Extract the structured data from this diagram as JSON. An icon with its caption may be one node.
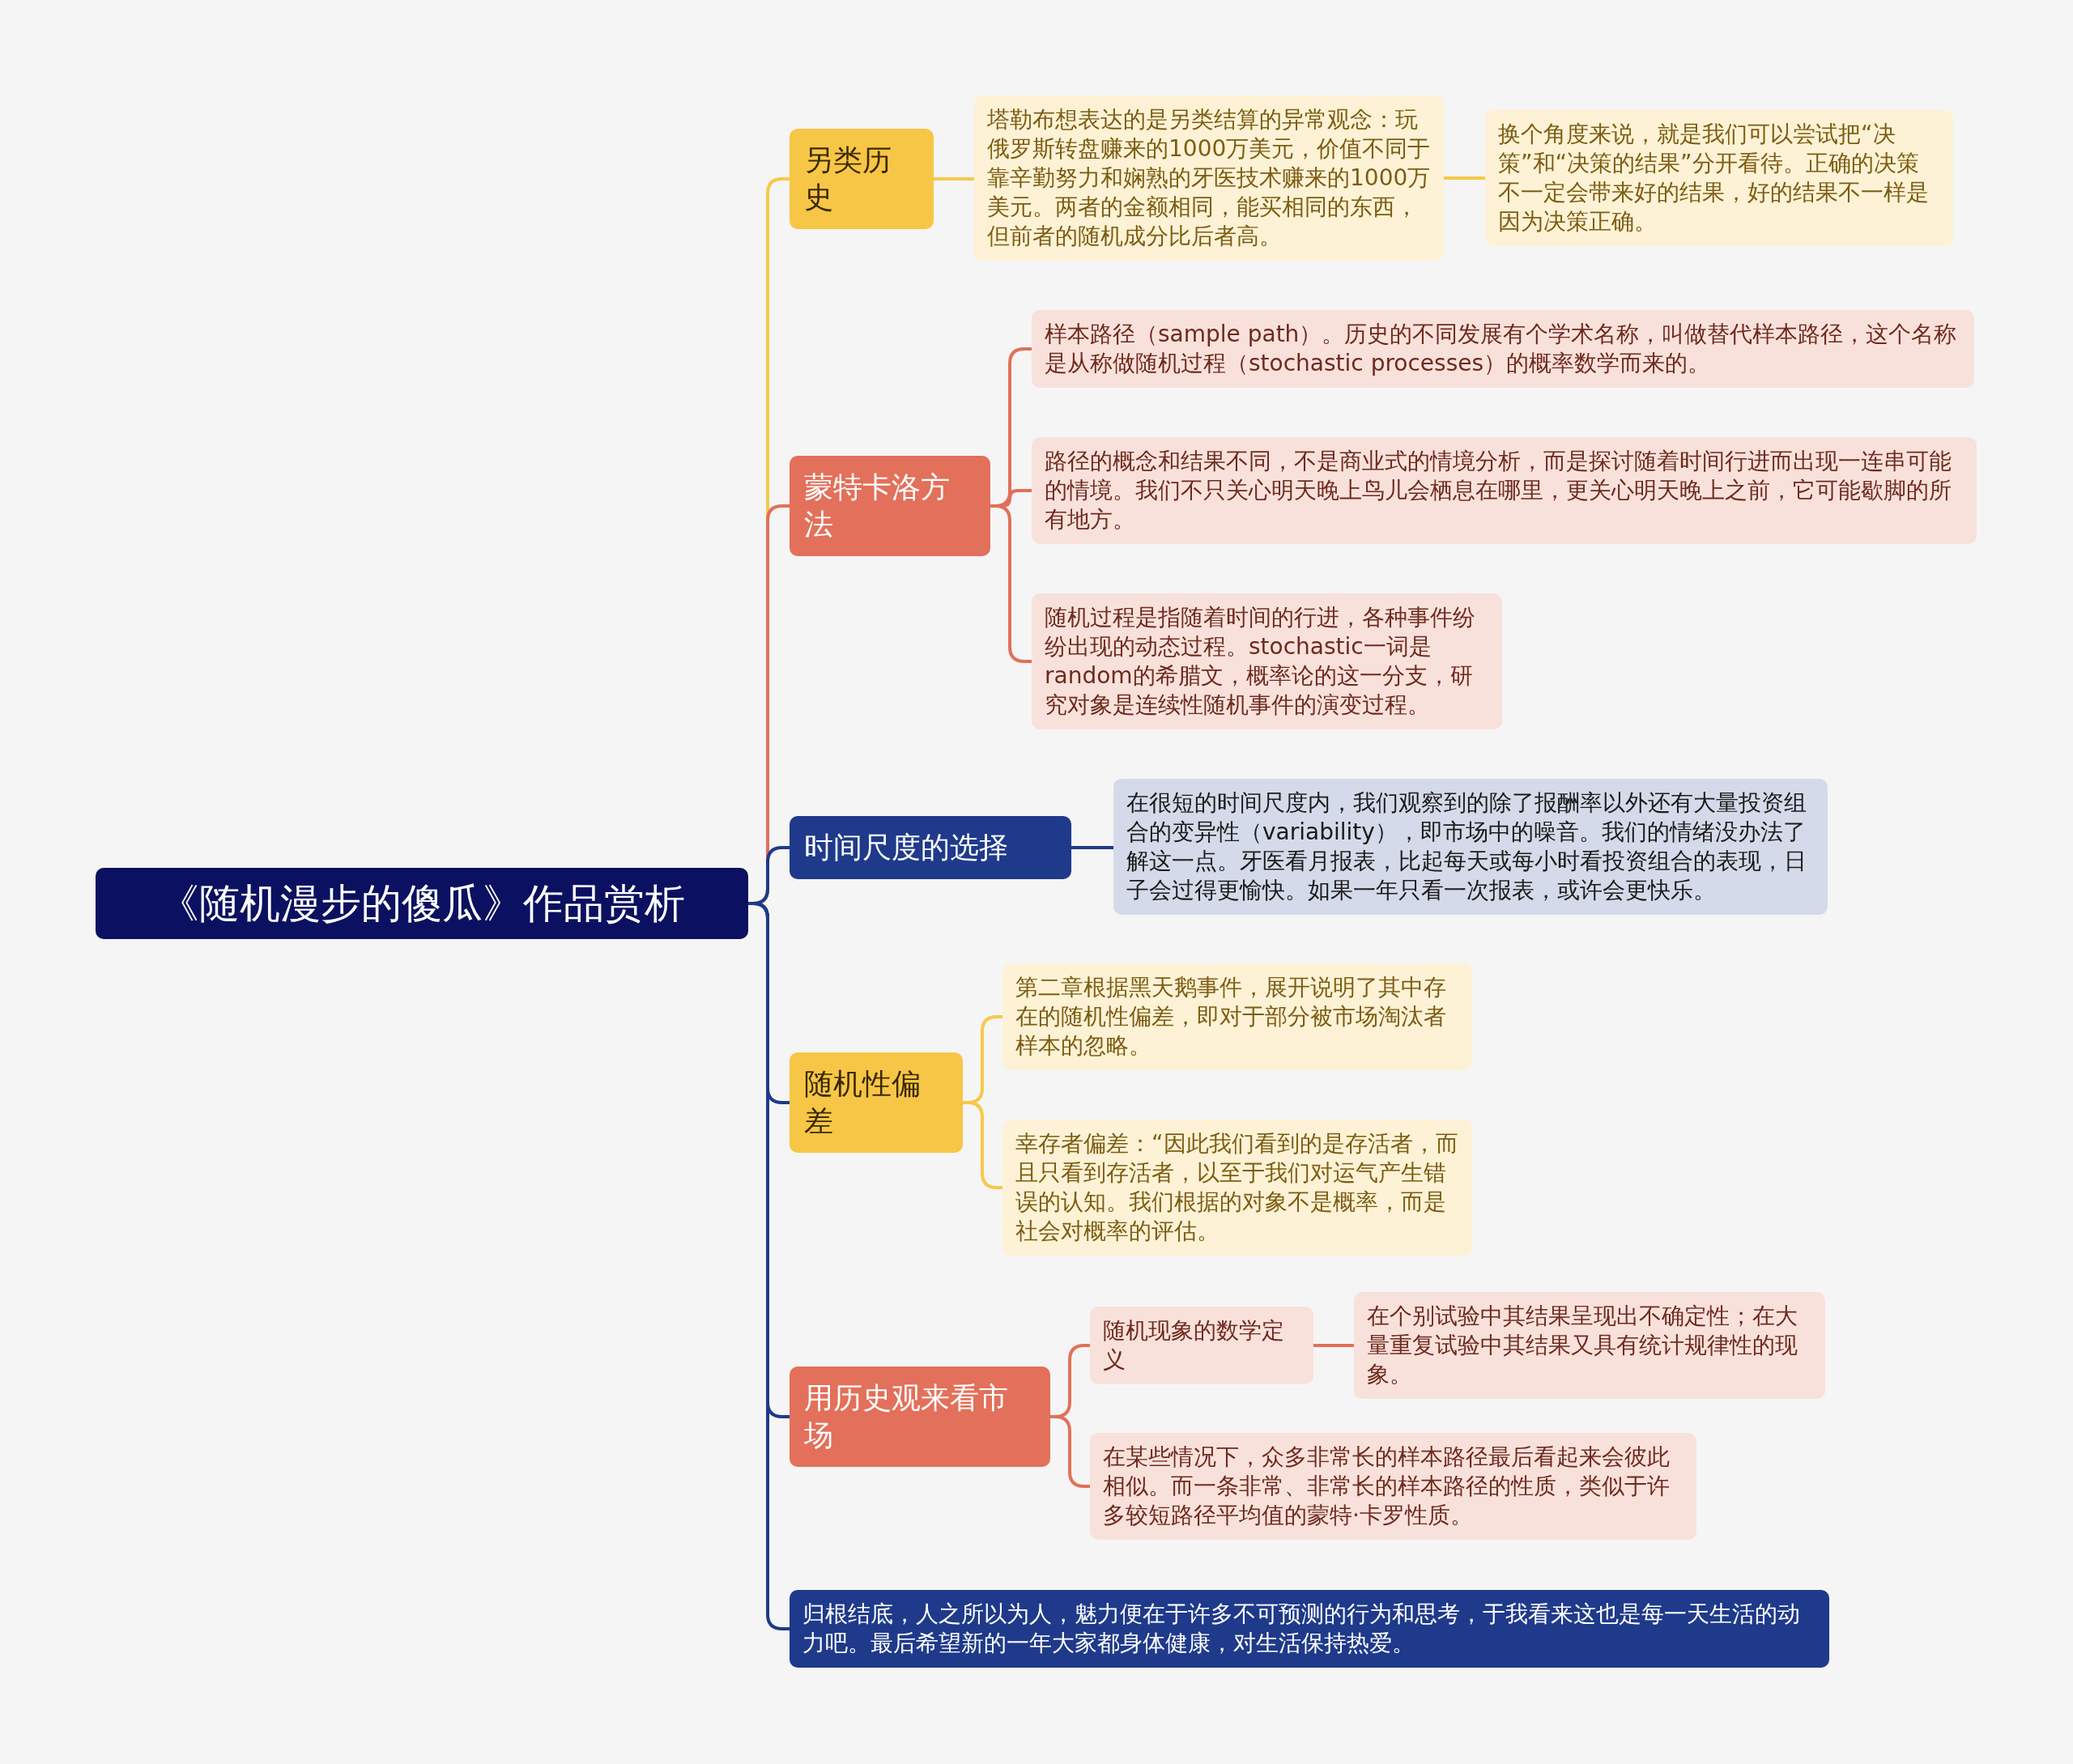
{
  "diagram": {
    "nodes": [
      {
        "text": [
          "《随机漫步的傻瓜》作品赏析"
        ]
      },
      {
        "text": [
          "另类历史"
        ]
      },
      {
        "text": [
          "塔勒布想表达的是另类结算的异常观念：玩俄罗斯转盘赚来的1000万美元，价值不同于靠辛勤努力和娴熟的牙医技术赚来的1000万美元。两者的金额相同，能买相同的东西，但前者的随机成分比后者高。"
        ]
      },
      {
        "text": [
          "换个角度来说，就是我们可以尝试把“决策”和“决策的结果”分开看待。正确的决策不一定会带来好的结果，好的结果不一样是因为决策正确。"
        ]
      },
      {
        "text": [
          "蒙特卡洛方法"
        ]
      },
      {
        "text": [
          "样本路径（sample path）。历史的不同发展有个学术名称，叫做替代样本路径，这个名称是从称做随机过程（stochastic processes）的概率数学而来的。"
        ]
      },
      {
        "text": [
          "路径的概念和结果不同，不是商业式的情境分析，而是探讨随着时间行进而出现一连串可能的情境。我们不只关心明天晚上鸟儿会栖息在哪里，更关心明天晚上之前，它可能歇脚的所有地方。"
        ]
      },
      {
        "text": [
          "随机过程是指随着时间的行进，各种事件纷纷出现的动态过程。stochastic一词是random的希腊文，概率论的这一分支，研究对象是连续性随机事件的演变过程。"
        ]
      },
      {
        "text": [
          "时间尺度的选择"
        ]
      },
      {
        "text": [
          "在很短的时间尺度内，我们观察到的除了报酬率以外还有大量投资组合的变异性（variability），即市场中的噪音。我们的情绪没办法了解这一点。牙医看月报表，比起每天或每小时看投资组合的表现，日子会过得更愉快。如果一年只看一次报表，或许会更快乐。"
        ]
      },
      {
        "text": [
          "随机性偏差"
        ]
      },
      {
        "text": [
          "第二章根据黑天鹅事件，展开说明了其中存在的随机性偏差，即对于部分被市场淘汰者样本的忽略。"
        ]
      },
      {
        "text": [
          "幸存者偏差：“因此我们看到的是存活者，而且只看到存活者，以至于我们对运气产生错误的认知。我们根据的对象不是概率，而是社会对概率的评估。"
        ]
      },
      {
        "text": [
          "用历史观来看市场"
        ]
      },
      {
        "text": [
          "随机现象的数学定义"
        ]
      },
      {
        "text": [
          "在个别试验中其结果呈现出不确定性；在大量重复试验中其结果又具有统计规律性的现象。"
        ]
      },
      {
        "text": [
          "在某些情况下，众多非常长的样本路径最后看起来会彼此相似。而一条非常、非常长的样本路径的性质，类似于许多较短路径平均值的蒙特·卡罗性质。"
        ]
      },
      {
        "text": [
          "归根结底，人之所以为人，魅力便在于许多不可预测的行为和思考，于我看来这也是每一天生活的动力吧。最后希望新的一年大家都身体健康，对生活保持热爱。"
        ]
      }
    ],
    "edges": [
      {
        "from": 0,
        "to": 1,
        "arrow": "none",
        "color": "#f6c94a"
      },
      {
        "from": 1,
        "to": 2,
        "arrow": "none",
        "color": "#f6c94a"
      },
      {
        "from": 2,
        "to": 3,
        "arrow": "none",
        "color": "#f6c94a"
      },
      {
        "from": 0,
        "to": 4,
        "arrow": "none",
        "color": "#e2705a"
      },
      {
        "from": 4,
        "to": 5,
        "arrow": "none",
        "color": "#e2705a"
      },
      {
        "from": 4,
        "to": 6,
        "arrow": "none",
        "color": "#e2705a"
      },
      {
        "from": 4,
        "to": 7,
        "arrow": "none",
        "color": "#e2705a"
      },
      {
        "from": 0,
        "to": 8,
        "arrow": "none",
        "color": "#1f3a8a"
      },
      {
        "from": 8,
        "to": 9,
        "arrow": "none",
        "color": "#1f3a8a"
      },
      {
        "from": 0,
        "to": 10,
        "arrow": "none",
        "color": "#1f3a8a"
      },
      {
        "from": 10,
        "to": 11,
        "arrow": "none",
        "color": "#f6c94a"
      },
      {
        "from": 10,
        "to": 12,
        "arrow": "none",
        "color": "#f6c94a"
      },
      {
        "from": 0,
        "to": 13,
        "arrow": "none",
        "color": "#1f3a8a"
      },
      {
        "from": 13,
        "to": 14,
        "arrow": "none",
        "color": "#e2705a"
      },
      {
        "from": 14,
        "to": 15,
        "arrow": "none",
        "color": "#e2705a"
      },
      {
        "from": 13,
        "to": 16,
        "arrow": "none",
        "color": "#e2705a"
      },
      {
        "from": 0,
        "to": 17,
        "arrow": "none",
        "color": "#1f3a8a"
      }
    ]
  }
}
